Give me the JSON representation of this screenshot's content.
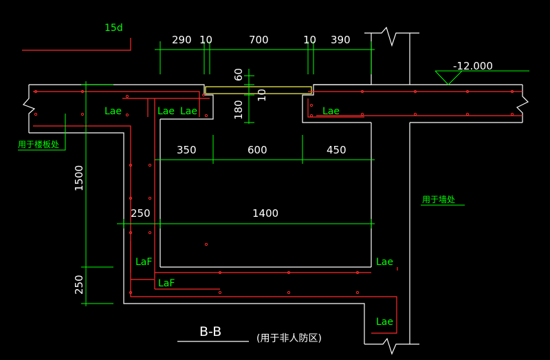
{
  "colors": {
    "background": "#000000",
    "concrete_outline": "#ffffff",
    "rebar": "#ff2a2a",
    "dimension_line": "#00ff00",
    "text": "#ffffff",
    "anchor_label": "#00ff00"
  },
  "title": {
    "section": "B-B",
    "subtitle": "(用于非人防区)"
  },
  "top_dims": {
    "d1": "290",
    "d2": "10",
    "d3": "700",
    "d4": "10",
    "d5": "390"
  },
  "hook_label": "15d",
  "small_dims": {
    "d60": "60",
    "d10": "10",
    "d180": "180"
  },
  "elevation": "-12.000",
  "inner_dims": {
    "d350": "350",
    "d600": "600",
    "d450": "450"
  },
  "width_dims": {
    "d250": "250",
    "d1400": "1400"
  },
  "vertical_dims": {
    "d1500": "1500",
    "d250": "250"
  },
  "anchor_labels": {
    "lae_left": "Lae",
    "lae_mid1": "Lae",
    "lae_mid2": "Lae",
    "lae_right": "Lae",
    "laf_upper": "LaF",
    "laf_lower": "LaF",
    "lae_bottom_right": "Lae",
    "lae_lower_right": "Lae"
  },
  "notes": {
    "slab": "用于楼板处",
    "wall": "用于墙处"
  }
}
